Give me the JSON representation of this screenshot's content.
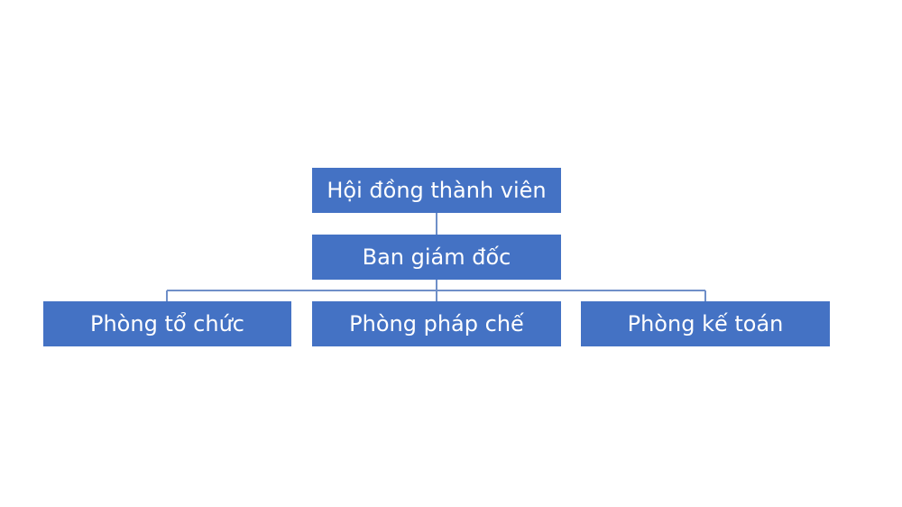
{
  "diagram": {
    "root": {
      "label": "Hội đồng thành viên"
    },
    "level1": {
      "label": "Ban giám đốc"
    },
    "departments": [
      {
        "label": "Phòng tổ chức"
      },
      {
        "label": "Phòng pháp chế"
      },
      {
        "label": "Phòng kế toán"
      }
    ]
  },
  "colors": {
    "node_fill": "#4472c4",
    "node_text": "#ffffff",
    "connector": "#6f8fc8"
  }
}
